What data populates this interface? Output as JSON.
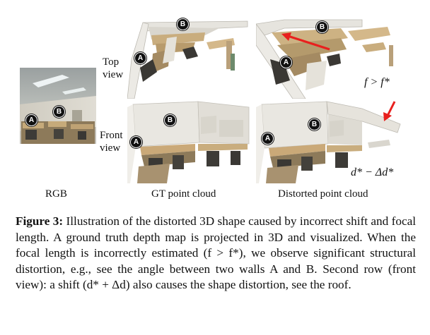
{
  "figure": {
    "row_labels": {
      "top": [
        "Top",
        "view"
      ],
      "front": [
        "Front",
        "view"
      ]
    },
    "column_labels": {
      "rgb": "RGB",
      "gt": "GT point cloud",
      "distorted": "Distorted point cloud"
    },
    "markers": {
      "a": "A",
      "b": "B"
    },
    "annotations": {
      "focal": "f > f*",
      "shift": "d* − Δd*"
    },
    "colors": {
      "arrow": "#e8201e",
      "wall": "#ebe9e4",
      "desk": "#c9ad7e",
      "dark": "#3a3834"
    }
  },
  "caption": {
    "label": "Figure 3:",
    "text": " Illustration of the distorted 3D shape caused by incorrect shift and focal length. A ground truth depth map is projected in 3D and visualized. When the focal length is incorrectly estimated (f > f*), we observe significant structural distortion, e.g., see the angle between two walls A and B. Second row (front view): a shift (d* + Δd) also causes the shape distortion, see the roof."
  }
}
